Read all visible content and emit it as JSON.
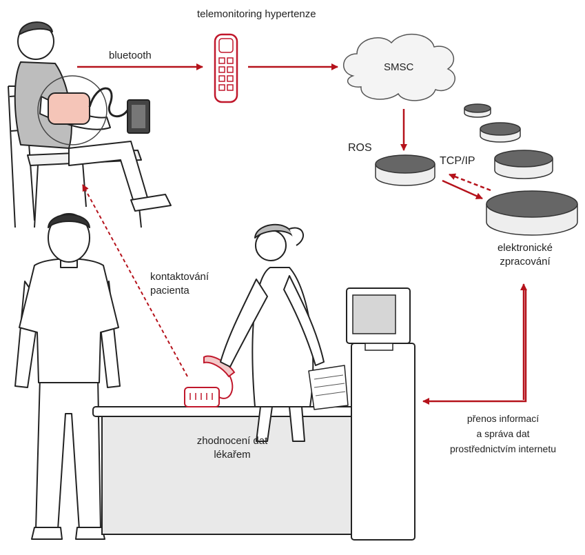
{
  "title": "telemonitoring hypertenze",
  "labels": {
    "bluetooth": "bluetooth",
    "smsc": "SMSC",
    "ros": "ROS",
    "tcp_ip": "TCP/IP",
    "processing_line1": "elektronické",
    "processing_line2": "zpracování",
    "contact_line1": "kontaktování",
    "contact_line2": "pacienta",
    "evaluation_line1": "zhodnocení dat",
    "evaluation_line2": "lékařem",
    "transfer_line1": "přenos informací",
    "transfer_line2": "a správa dat",
    "transfer_line3": "prostřednictvím internetu"
  },
  "colors": {
    "arrow": "#b5121b",
    "accent": "#c0172b",
    "line": "#222222",
    "disk_top": "#666666",
    "desk": "#e9e9e9",
    "cloud": "#f4f4f4"
  }
}
